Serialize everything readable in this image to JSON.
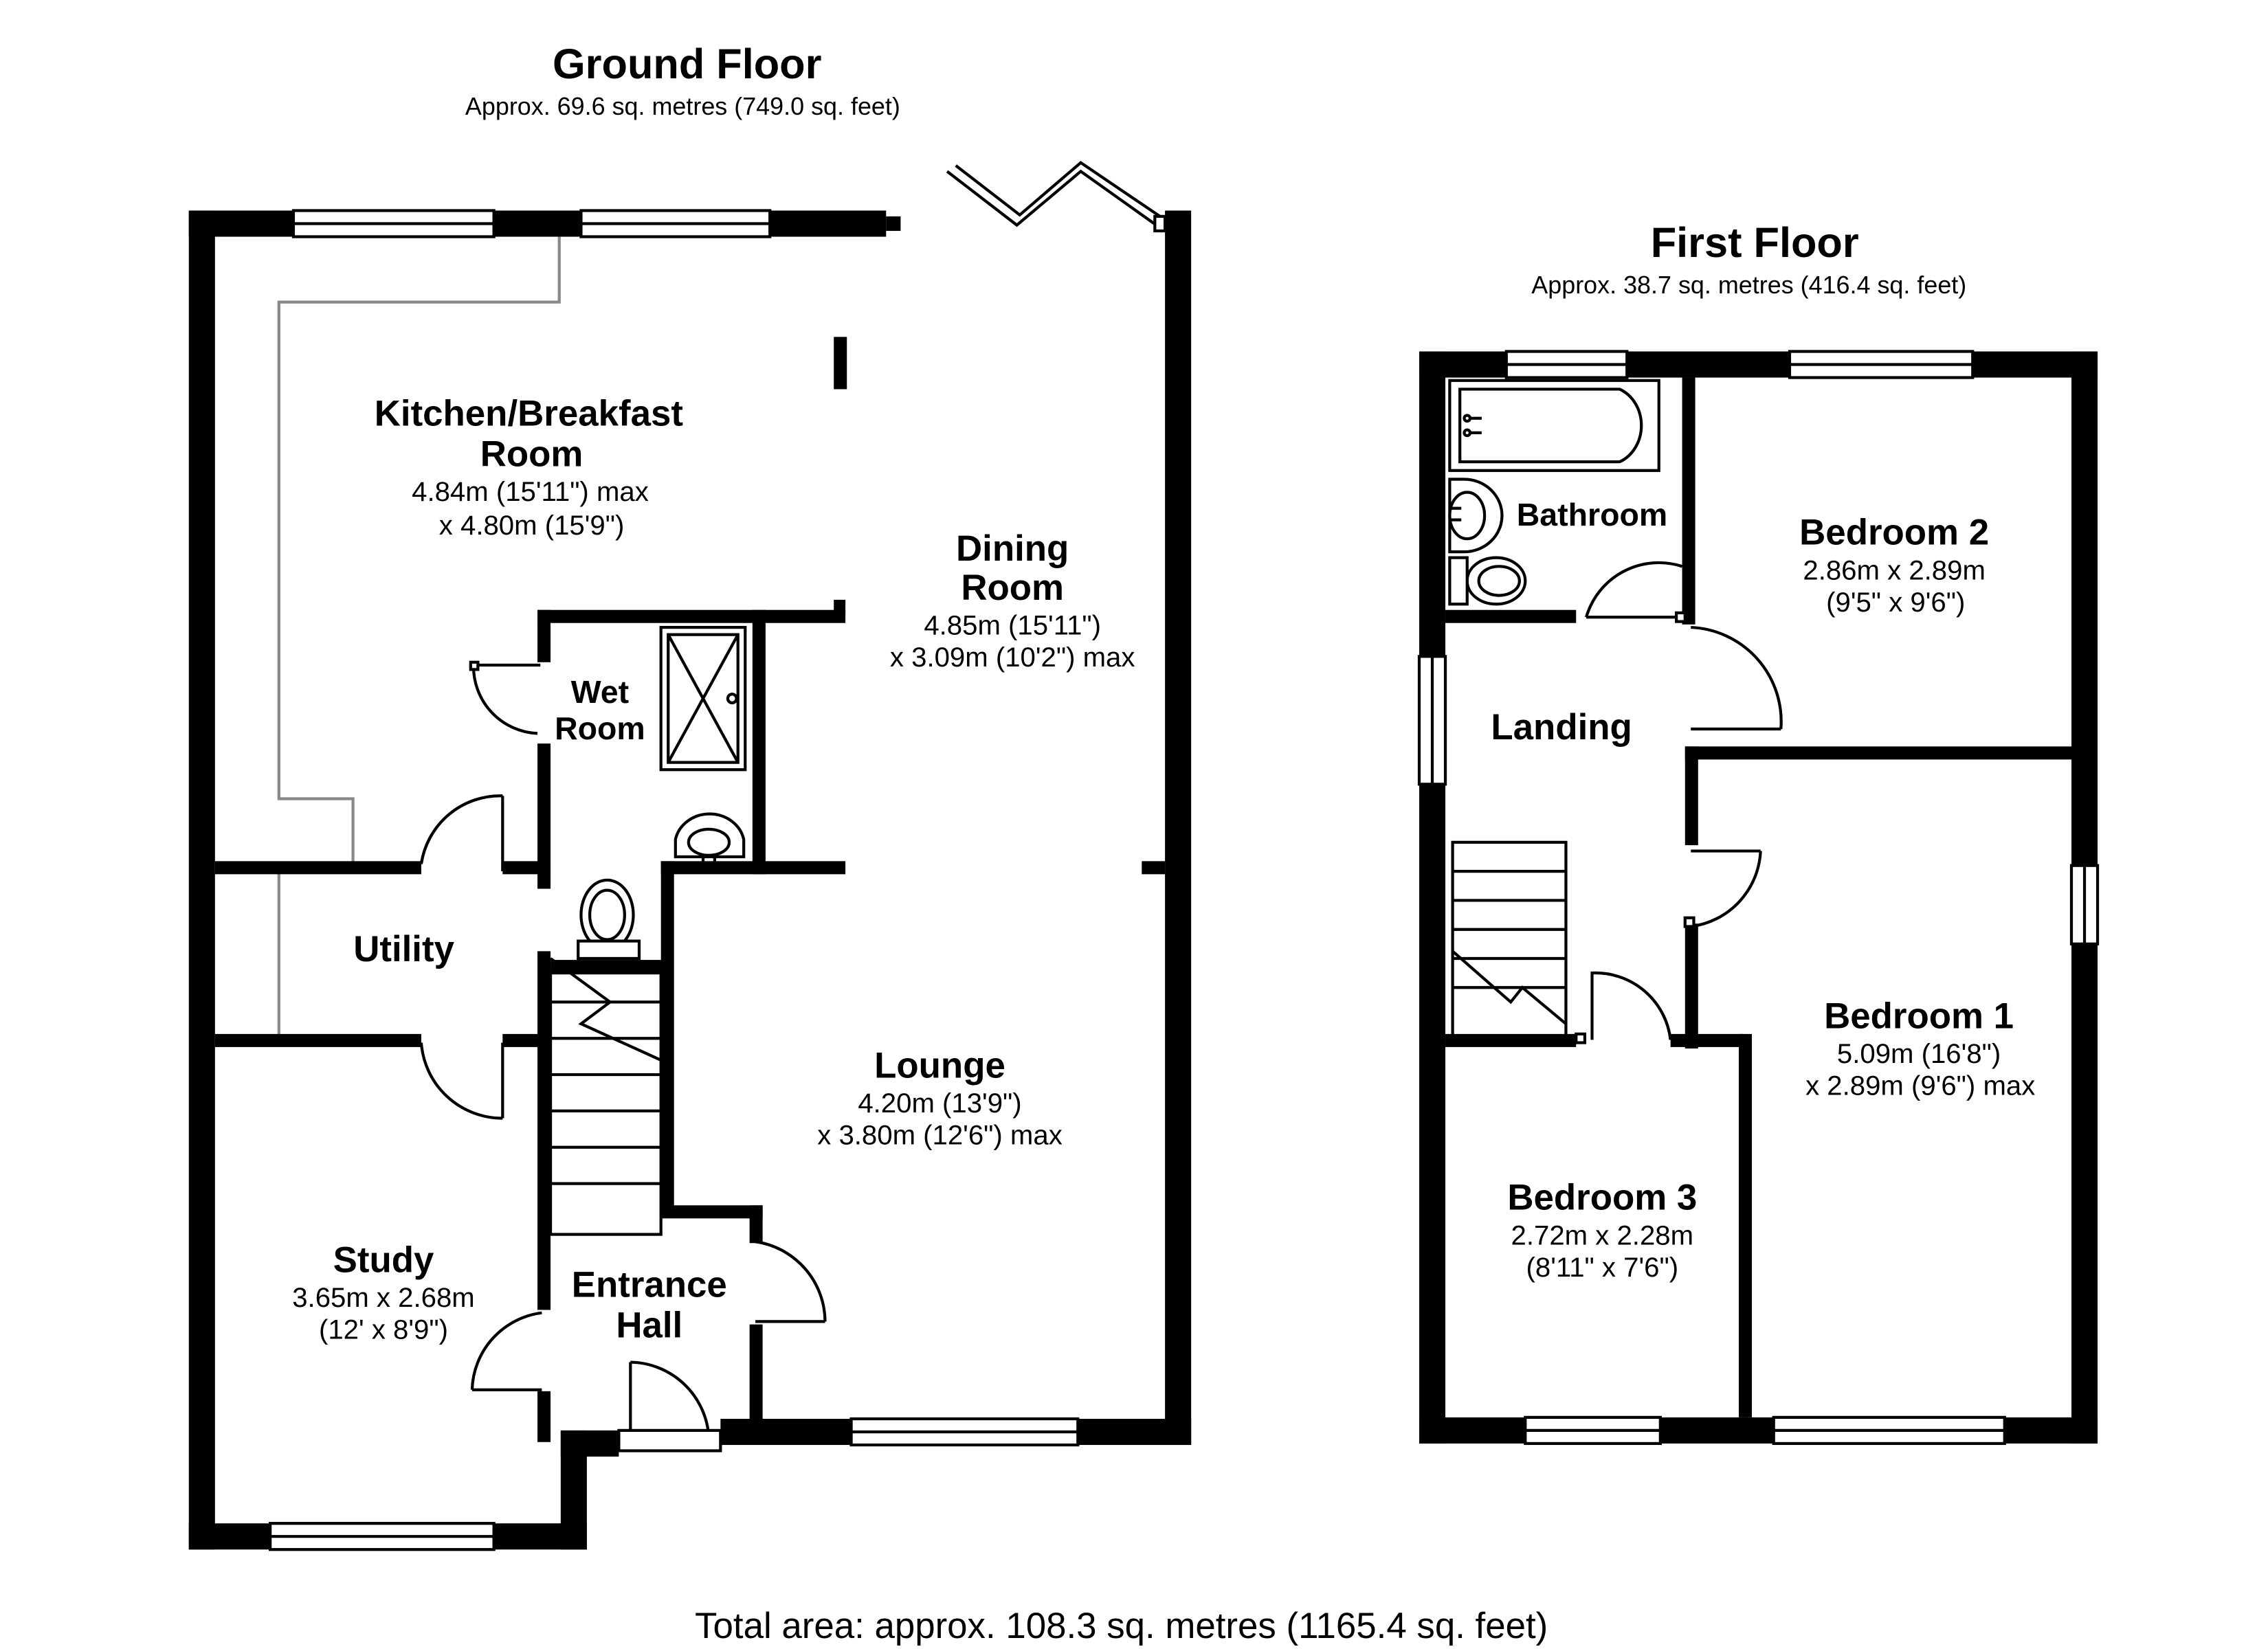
{
  "ground_floor": {
    "title": "Ground Floor",
    "area": "Approx. 69.6 sq. metres (749.0 sq. feet)",
    "rooms": {
      "kitchen": {
        "name_line1": "Kitchen/Breakfast",
        "name_line2": "Room",
        "dim_line1": "4.84m (15'11\") max",
        "dim_line2": "x 4.80m (15'9\")"
      },
      "dining": {
        "name_line1": "Dining",
        "name_line2": "Room",
        "dim_line1": "4.85m (15'11\")",
        "dim_line2": "x 3.09m (10'2\") max"
      },
      "wet_room": {
        "name_line1": "Wet",
        "name_line2": "Room"
      },
      "utility": {
        "name": "Utility"
      },
      "lounge": {
        "name": "Lounge",
        "dim_line1": "4.20m (13'9\")",
        "dim_line2": "x 3.80m (12'6\") max"
      },
      "study": {
        "name": "Study",
        "dim_line1": "3.65m x 2.68m",
        "dim_line2": "(12' x 8'9\")"
      },
      "entrance": {
        "name_line1": "Entrance",
        "name_line2": "Hall"
      }
    }
  },
  "first_floor": {
    "title": "First Floor",
    "area": "Approx. 38.7 sq. metres (416.4 sq. feet)",
    "rooms": {
      "bathroom": {
        "name": "Bathroom"
      },
      "bedroom2": {
        "name": "Bedroom 2",
        "dim_line1": "2.86m x 2.89m",
        "dim_line2": "(9'5\" x 9'6\")"
      },
      "landing": {
        "name": "Landing"
      },
      "bedroom1": {
        "name": "Bedroom 1",
        "dim_line1": "5.09m (16'8\")",
        "dim_line2": "x 2.89m (9'6\") max"
      },
      "bedroom3": {
        "name": "Bedroom 3",
        "dim_line1": "2.72m x 2.28m",
        "dim_line2": "(8'11\" x 7'6\")"
      }
    }
  },
  "total_area": "Total area: approx. 108.3 sq. metres (1165.4 sq. feet)"
}
